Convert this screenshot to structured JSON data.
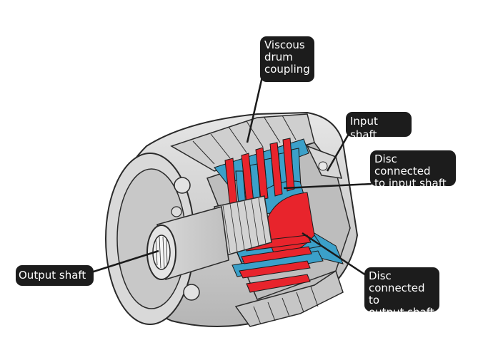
{
  "labels": {
    "viscous_drum_coupling": "Viscous\ndrum\ncoupling",
    "input_shaft": "Input shaft",
    "disc_input": "Disc connected\nto input shaft",
    "output_shaft": "Output shaft",
    "disc_output": "Disc\nconnected to\noutput shaft"
  },
  "colors": {
    "callout_bg": "#1c1c1c",
    "callout_text": "#ffffff",
    "casing": "#d4d4d4",
    "outline": "#2a2a2a",
    "input_discs": "#3ba0c9",
    "output_discs": "#e8242c"
  }
}
